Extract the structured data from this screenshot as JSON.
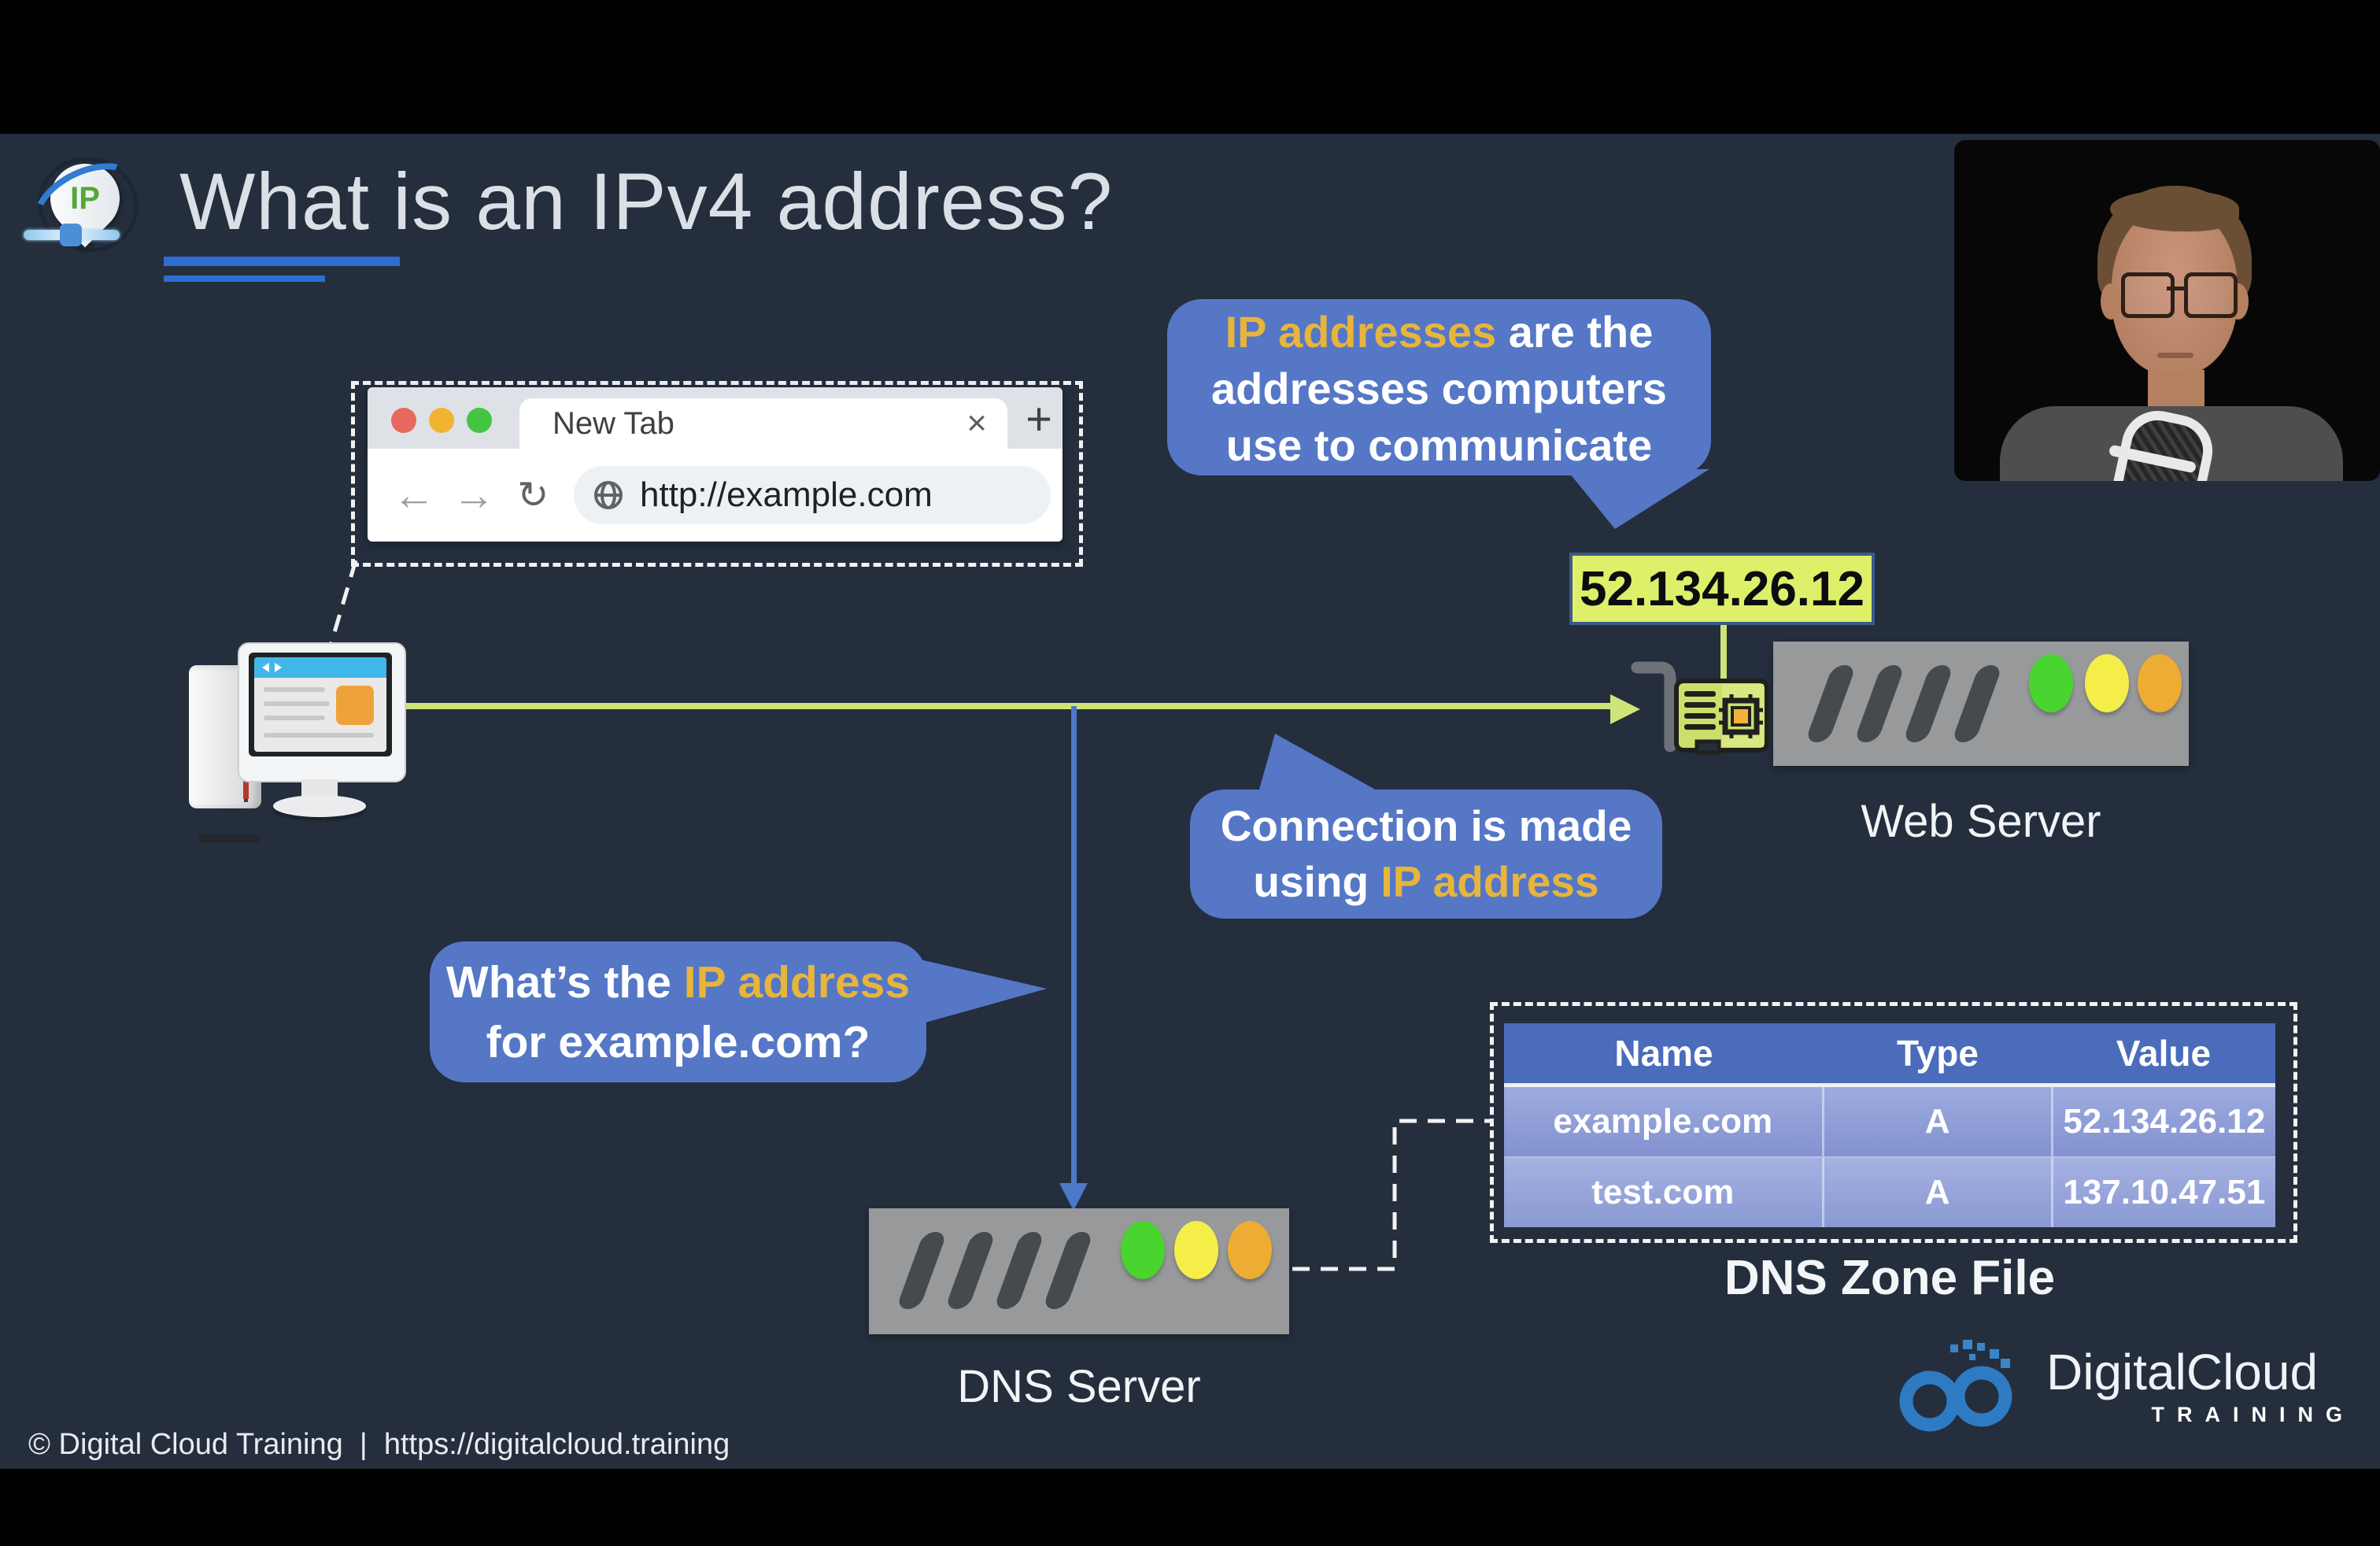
{
  "slide": {
    "title": "What is an IPv4 address?",
    "logo_text": "IP",
    "footer": "© Digital Cloud Training  |  https://digitalcloud.training"
  },
  "browser": {
    "tab_title": "New Tab",
    "close_glyph": "×",
    "new_tab_glyph": "+",
    "back_glyph": "←",
    "forward_glyph": "→",
    "reload_glyph": "↻",
    "url": "http://example.com"
  },
  "bubbles": {
    "ip_addresses": {
      "highlight": "IP addresses",
      "rest1": " are the",
      "line2": "addresses computers",
      "line3": "use to communicate"
    },
    "connection": {
      "line1": "Connection is made",
      "rest2": "using ",
      "highlight": "IP address"
    },
    "whats": {
      "rest1": "What’s the ",
      "highlight": "IP address",
      "line2": "for example.com?"
    }
  },
  "ip_label": "52.134.26.12",
  "web_server_label": "Web Server",
  "dns_server_label": "DNS Server",
  "zone_file": {
    "caption": "DNS Zone File",
    "headers": [
      "Name",
      "Type",
      "Value"
    ],
    "rows": [
      [
        "example.com",
        "A",
        "52.134.26.12"
      ],
      [
        "test.com",
        "A",
        "137.10.47.51"
      ]
    ]
  },
  "brand": {
    "name": "DigitalCloud",
    "sub": "TRAINING"
  },
  "colors": {
    "background": "#242E3D",
    "bubble_blue": "#5577C6",
    "highlight_yellow": "#E7B43C",
    "line_green": "#CFE478",
    "arrow_blue": "#4D79C9",
    "ip_label_bg": "#DEF069",
    "table_header_blue": "#4A6CBB",
    "table_row_blue": "#8FA0D3",
    "server_gray": "#97999B",
    "status_green": "#49D42F",
    "status_yellow": "#F5EE49",
    "status_orange": "#EDAC33"
  }
}
